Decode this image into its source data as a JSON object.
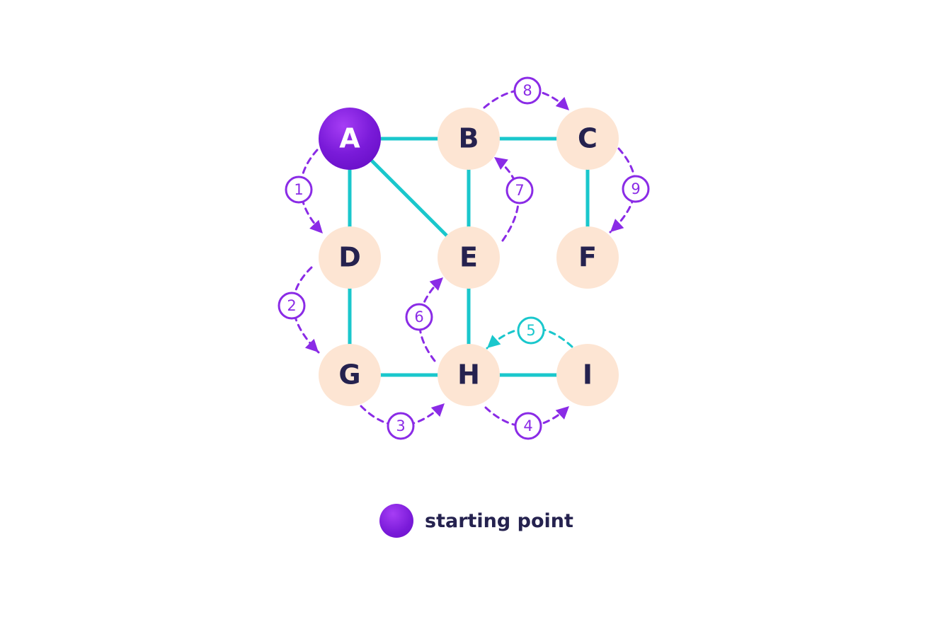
{
  "colors": {
    "edge": "#1ac7cc",
    "node_fill": "#fde5d3",
    "start_fill": "#7b1ddb",
    "node_text": "#25224f",
    "start_text": "#ffffff",
    "step_arrow": "#8a2be6",
    "special_step_arrow": "#1ac7cc"
  },
  "nodes": [
    {
      "id": "A",
      "label": "A",
      "start": true
    },
    {
      "id": "B",
      "label": "B"
    },
    {
      "id": "C",
      "label": "C"
    },
    {
      "id": "D",
      "label": "D"
    },
    {
      "id": "E",
      "label": "E"
    },
    {
      "id": "F",
      "label": "F"
    },
    {
      "id": "G",
      "label": "G"
    },
    {
      "id": "H",
      "label": "H"
    },
    {
      "id": "I",
      "label": "I"
    }
  ],
  "edges": [
    [
      "A",
      "B"
    ],
    [
      "B",
      "C"
    ],
    [
      "A",
      "D"
    ],
    [
      "A",
      "E"
    ],
    [
      "B",
      "E"
    ],
    [
      "C",
      "F"
    ],
    [
      "D",
      "G"
    ],
    [
      "E",
      "H"
    ],
    [
      "G",
      "H"
    ],
    [
      "H",
      "I"
    ]
  ],
  "steps": [
    {
      "label": "1",
      "from": "A",
      "to": "D"
    },
    {
      "label": "2",
      "from": "D",
      "to": "G"
    },
    {
      "label": "3",
      "from": "G",
      "to": "H"
    },
    {
      "label": "4",
      "from": "H",
      "to": "I"
    },
    {
      "label": "5",
      "from": "I",
      "to": "H",
      "backtrack": true
    },
    {
      "label": "6",
      "from": "H",
      "to": "E"
    },
    {
      "label": "7",
      "from": "E",
      "to": "B"
    },
    {
      "label": "8",
      "from": "B",
      "to": "C"
    },
    {
      "label": "9",
      "from": "C",
      "to": "F"
    }
  ],
  "legend": {
    "label": "starting point"
  }
}
